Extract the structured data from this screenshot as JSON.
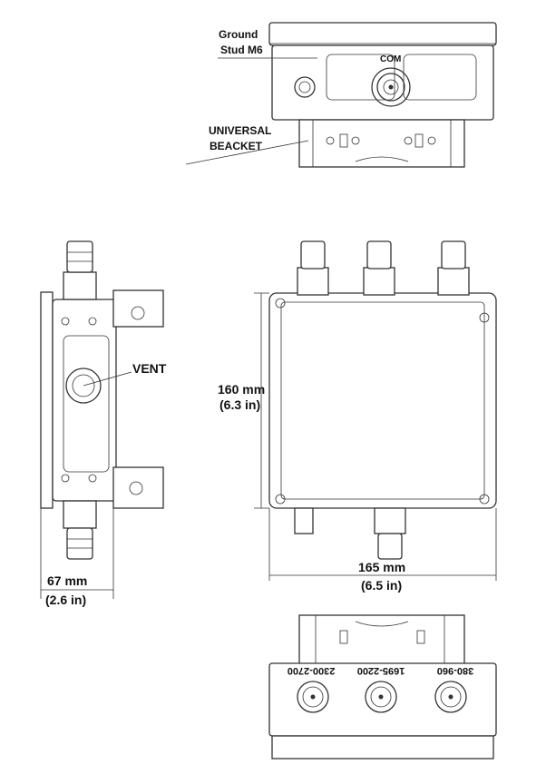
{
  "top_view": {
    "ground_label_1": "Ground",
    "ground_label_2": "Stud M6",
    "com_label": "COM",
    "bracket_label_1": "UNIVERSAL",
    "bracket_label_2": "BEACKET"
  },
  "side_view": {
    "vent_label": "VENT",
    "width_mm": "67 mm",
    "width_in": "(2.6 in)"
  },
  "front_view": {
    "height_mm": "160 mm",
    "height_in": "(6.3 in)",
    "length_mm": "165 mm",
    "length_in": "(6.5 in)"
  },
  "bottom_view": {
    "ports": [
      "2300-2700",
      "1695-2200",
      "380-960"
    ]
  }
}
